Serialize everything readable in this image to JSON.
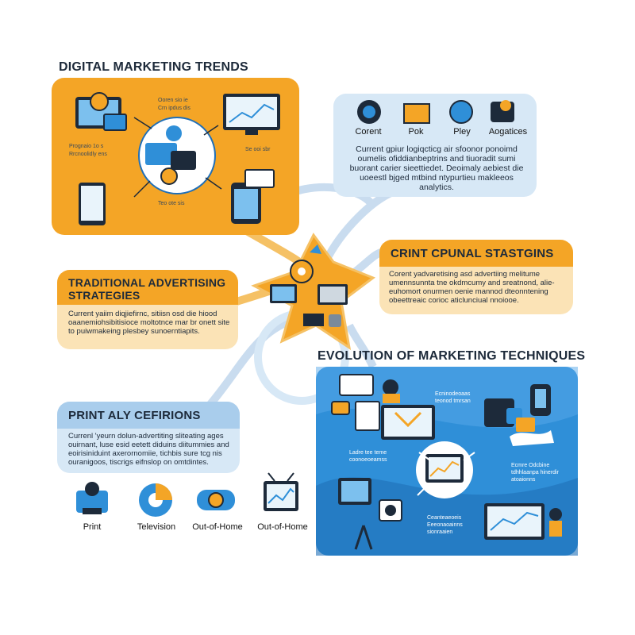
{
  "colors": {
    "orange": "#f4a526",
    "light_orange": "#fbe3b6",
    "light_blue": "#d7e8f6",
    "blue": "#2f8fd8",
    "dark_blue": "#1f6fb8",
    "navy": "#1d2a3a",
    "connector": "#c9dcef",
    "connector_orange": "#f5c165"
  },
  "header": {
    "title": "DIGITAL MARKETING TRENDS"
  },
  "top_left_panel": {
    "labels": [
      "Ooren sio ie",
      "Crn ipdus dis",
      "Prognaio 1o s",
      "Rrcnoolidly ens",
      "Se ooi sbr",
      "Teo ote sis"
    ]
  },
  "top_right_card": {
    "icons": [
      {
        "icon": "pie-chart-icon",
        "label": "Corent"
      },
      {
        "icon": "envelope-icon",
        "label": "Pok"
      },
      {
        "icon": "globe-icon",
        "label": "Pley"
      },
      {
        "icon": "analytics-icon",
        "label": "Aogatices"
      }
    ],
    "text": "Current gpiur logiqcticg air sfoonor ponoimd oumelis ofiddianbeptrins and tiuoradit sumi buorant carier sieettiedet. Deoimaly aebiest die uoeestl bjged mtbind ntypurtieu makleeos analytics."
  },
  "right_card": {
    "title": "CRINT CPUNAL STASTGINS",
    "text": "Corent yadvaretising asd advertiing melitume umennsunnta tne okdmcumy and sreatnond, alie-euhomort onurmen oenie mannod dteonntening obeettreaic corioc aticlunciual nnoiooe."
  },
  "left_card": {
    "title": "TRADITIONAL ADVERTISING STRATEGIES",
    "text": "Current yaiim diqjiefirnc, sitiisn osd die hiood oaanemiohsibitisioce moltotnce mar br onett site to puiwmakeing plesbey sunoerntiapits."
  },
  "print_card": {
    "title": "PRINT ALY CEFIRIONS",
    "text": "Currenl 'yeurn dolun-advertiting sliteating ages ouirnant, luse esid eetett diduins diitummies and eoirisiniduint axerornomiie, tichbis sure tcg nis ouranigoos, tiscrigs eifnslop on omtdintes."
  },
  "channels": [
    {
      "icon": "print-icon",
      "label": "Print"
    },
    {
      "icon": "television-icon",
      "label": "Television"
    },
    {
      "icon": "out-of-home-icon",
      "label": "Out-of-Home"
    },
    {
      "icon": "out-of-home-tv-icon",
      "label": "Out-of-Home"
    }
  ],
  "evolution": {
    "title": "EVOLUTION OF MARKETING TECHNIQUES",
    "labels": [
      "Ecninodeoaas teonod tmrsan",
      "Ladre tee teme coonoeoeamss",
      "Ecmre Odcbine tdhhlaanpa hinerdir atoaionns",
      "Ceanteaeoeis Eeeonaoainns sionraaien"
    ]
  }
}
